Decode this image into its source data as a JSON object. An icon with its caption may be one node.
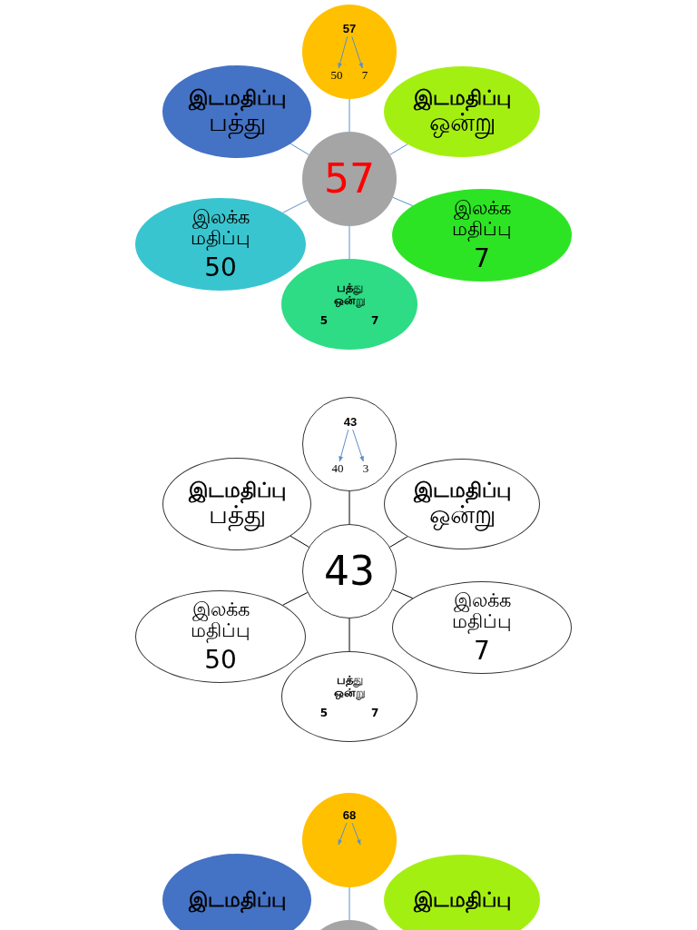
{
  "diagram": {
    "nodes": [
      {
        "text": [],
        "shape": "circle"
      },
      {
        "text": [
          "57"
        ],
        "in": 0
      },
      {
        "text": [
          "50"
        ],
        "in": 0
      },
      {
        "text": [
          "7"
        ],
        "in": 0
      },
      {
        "text": [
          "இடமதிப்பு",
          "பத்து"
        ]
      },
      {
        "text": [
          "இடமதிப்பு",
          "ஒன்று"
        ]
      },
      {
        "text": [
          "57"
        ]
      },
      {
        "text": [
          "இலக்க மதிப்பு",
          "50"
        ]
      },
      {
        "text": [
          "இலக்க மதிப்பு",
          "7"
        ]
      },
      {
        "text": [
          "பத்து ஒன்று",
          "5",
          "7"
        ]
      },
      {
        "text": [],
        "shape": "circle"
      },
      {
        "text": [
          "43"
        ],
        "in": 10
      },
      {
        "text": [
          "40"
        ],
        "in": 10
      },
      {
        "text": [
          "3"
        ],
        "in": 10
      },
      {
        "text": [
          "இடமதிப்பு",
          "பத்து"
        ]
      },
      {
        "text": [
          "இடமதிப்பு",
          "ஒன்று"
        ]
      },
      {
        "text": [
          "43"
        ]
      },
      {
        "text": [
          "இலக்க மதிப்பு",
          "50"
        ]
      },
      {
        "text": [
          "இலக்க மதிப்பு",
          "7"
        ]
      },
      {
        "text": [
          "பத்து ஒன்று",
          "5",
          "7"
        ]
      },
      {
        "text": [],
        "shape": "circle"
      },
      {
        "text": [
          "68"
        ],
        "in": 20
      },
      {
        "text": [
          "இடமதிப்பு"
        ]
      },
      {
        "text": [
          "இடமதிப்பு"
        ]
      },
      {
        "text": [],
        "shape": "circle"
      }
    ],
    "edges": [
      {
        "from": 1,
        "to": 2,
        "arrow": "to"
      },
      {
        "from": 1,
        "to": 3,
        "arrow": "to"
      },
      {
        "from": 6,
        "to": 0,
        "arrow": "none"
      },
      {
        "from": 6,
        "to": 4,
        "arrow": "none"
      },
      {
        "from": 6,
        "to": 5,
        "arrow": "none"
      },
      {
        "from": 6,
        "to": 7,
        "arrow": "none"
      },
      {
        "from": 6,
        "to": 8,
        "arrow": "none"
      },
      {
        "from": 6,
        "to": 9,
        "arrow": "none"
      },
      {
        "from": 11,
        "to": 12,
        "arrow": "to"
      },
      {
        "from": 11,
        "to": 13,
        "arrow": "to"
      },
      {
        "from": 16,
        "to": 10,
        "arrow": "none",
        "color": "#000000"
      },
      {
        "from": 16,
        "to": 14,
        "arrow": "none",
        "color": "#000000"
      },
      {
        "from": 16,
        "to": 15,
        "arrow": "none",
        "color": "#000000"
      },
      {
        "from": 16,
        "to": 17,
        "arrow": "none",
        "color": "#000000"
      },
      {
        "from": 16,
        "to": 18,
        "arrow": "none",
        "color": "#000000"
      },
      {
        "from": 16,
        "to": 19,
        "arrow": "none",
        "color": "#000000"
      },
      {
        "from": 21,
        "to": null,
        "arrow": "to"
      },
      {
        "from": 21,
        "to": null,
        "arrow": "to"
      },
      {
        "from": 24,
        "to": 20,
        "arrow": "none"
      }
    ]
  }
}
